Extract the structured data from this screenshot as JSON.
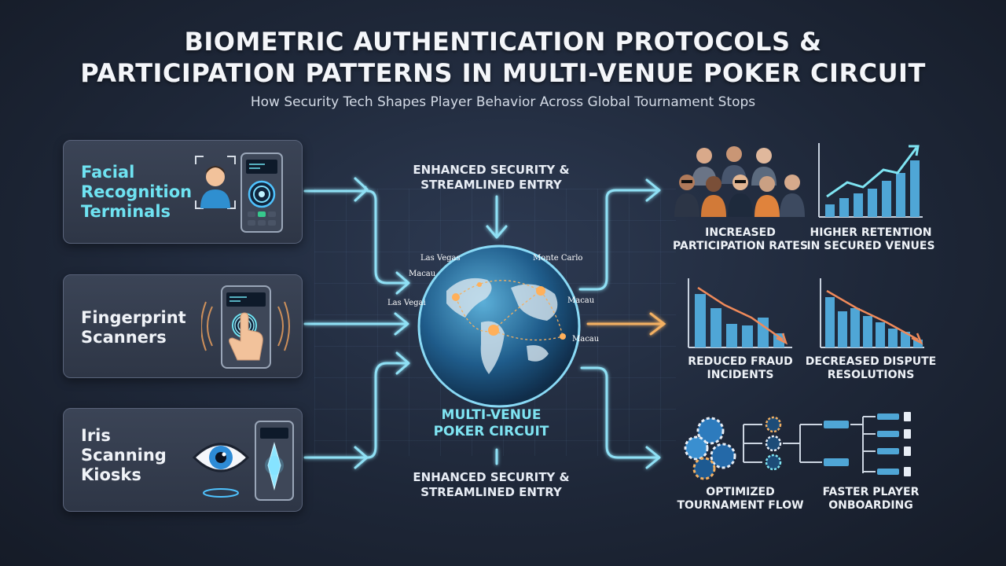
{
  "header": {
    "title_line1": "BIOMETRIC AUTHENTICATION PROTOCOLS &",
    "title_line2": "PARTICIPATION PATTERNS IN MULTI-VENUE POKER CIRCUIT",
    "subtitle": "How Security Tech Shapes Player Behavior Across Global Tournament Stops"
  },
  "inputs": [
    {
      "lines": [
        "Facial",
        "Recognition",
        "Terminals"
      ],
      "icon": "face-scan-icon"
    },
    {
      "lines": [
        "Fingerprint",
        "Scanners"
      ],
      "icon": "fingerprint-icon"
    },
    {
      "lines": [
        "Iris",
        "Scanning",
        "Kiosks"
      ],
      "icon": "eye-scan-icon"
    }
  ],
  "center": {
    "top_caption_line1": "ENHANCED SECURITY &",
    "top_caption_line2": "STREAMLINED ENTRY",
    "circuit_line1": "MULTI-VENUE",
    "circuit_line2": "POKER CIRCUIT",
    "bottom_caption_line1": "ENHANCED SECURITY &",
    "bottom_caption_line2": "STREAMLINED ENTRY",
    "cities": [
      "Las Vegas",
      "Macau",
      "Las Vegai",
      "Monte Carlo",
      "Macau",
      "Macau"
    ]
  },
  "outputs": {
    "participation": [
      "INCREASED",
      "PARTICIPATION RATES"
    ],
    "retention": [
      "HIGHER RETENTION",
      "IN SECURED VENUES"
    ],
    "fraud": [
      "REDUCED FRAUD",
      "INCIDENTS"
    ],
    "dispute": [
      "DECREASED DISPUTE",
      "RESOLUTIONS"
    ],
    "flow": [
      "OPTIMIZED",
      "TOURNAMENT FLOW"
    ],
    "onboarding": [
      "FASTER PLAYER",
      "ONBOARDING"
    ]
  },
  "colors": {
    "cyan": "#6fe3f2",
    "arrow": "#7fd8f0",
    "orange_arrow": "#f3b062",
    "bar": "#4fa6d6",
    "trend_red": "#f08a5a"
  }
}
